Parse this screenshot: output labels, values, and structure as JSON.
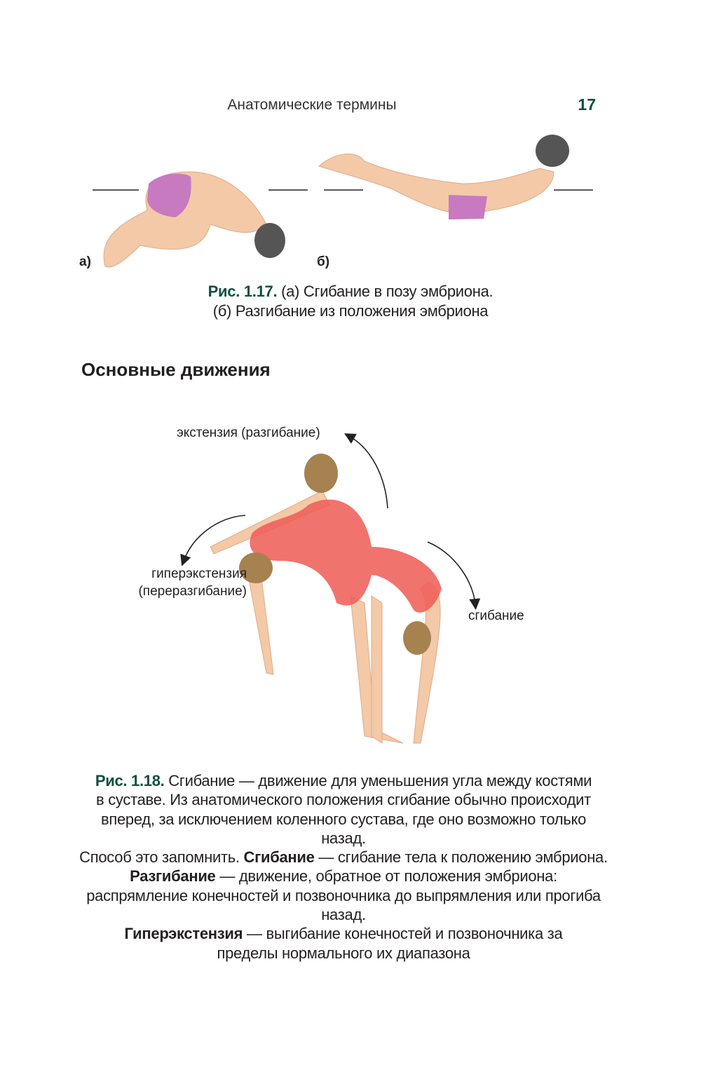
{
  "header": {
    "running_title": "Анатомические термины",
    "page_number": "17"
  },
  "figure_1_17": {
    "panel_a": "а)",
    "panel_b": "б)",
    "caption_ref": "Рис. 1.17.",
    "caption_line1": "(а) Сгибание в позу эмбриона.",
    "caption_line2": "(б) Разгибание из положения эмбриона"
  },
  "section_title": "Основные движения",
  "figure_1_18": {
    "labels": {
      "extension": "экстензия (разгибание)",
      "hyperextension_1": "гиперэкстензия",
      "hyperextension_2": "(переразгибание)",
      "flexion": "сгибание"
    },
    "caption_ref": "Рис. 1.18.",
    "p1": "Сгибание — движение для уменьшения угла между костями в суставе. Из анатомического положения сгибание обычно происходит вперед, за исключением коленного сустава, где оно возможно только назад.",
    "p2_a": "Способ это запомнить.",
    "p2_b1": "Сгибание",
    "p2_c": "— сгибание тела к положению эмбриона.",
    "p2_b2": "Разгибание",
    "p2_d": "— движение, обратное от положения эмбриона: распрямление конечностей и позвоночника до выпрямления или прогиба назад.",
    "p3_b": "Гиперэкстензия",
    "p3_c": "— выгибание конечностей и позвоночника за пределы нормального их диапазона"
  },
  "colors": {
    "accent": "#0f5040",
    "skin": "#f3c9a8",
    "trunks": "#c77ac0",
    "leotard": "#ee5a55",
    "hair": "#555555"
  }
}
